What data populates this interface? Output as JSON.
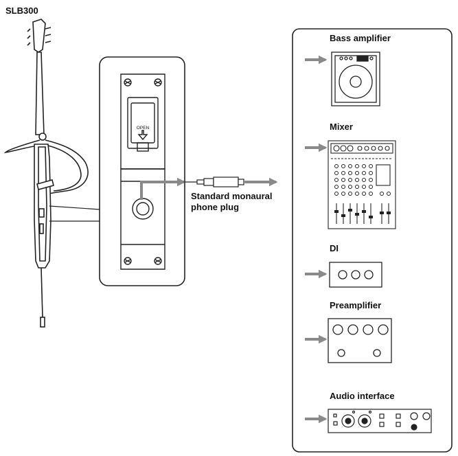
{
  "model": "SLB300",
  "panel": {
    "open_label": "OPEN"
  },
  "plug_label": [
    "Standard monaural",
    "phone plug"
  ],
  "devices": [
    {
      "id": "bass-amplifier",
      "label": "Bass amplifier"
    },
    {
      "id": "mixer",
      "label": "Mixer"
    },
    {
      "id": "di",
      "label": "DI"
    },
    {
      "id": "preamplifier",
      "label": "Preamplifier"
    },
    {
      "id": "audio-interface",
      "label": "Audio interface"
    }
  ],
  "colors": {
    "arrow": "#8a8a8a",
    "line": "#222222"
  }
}
